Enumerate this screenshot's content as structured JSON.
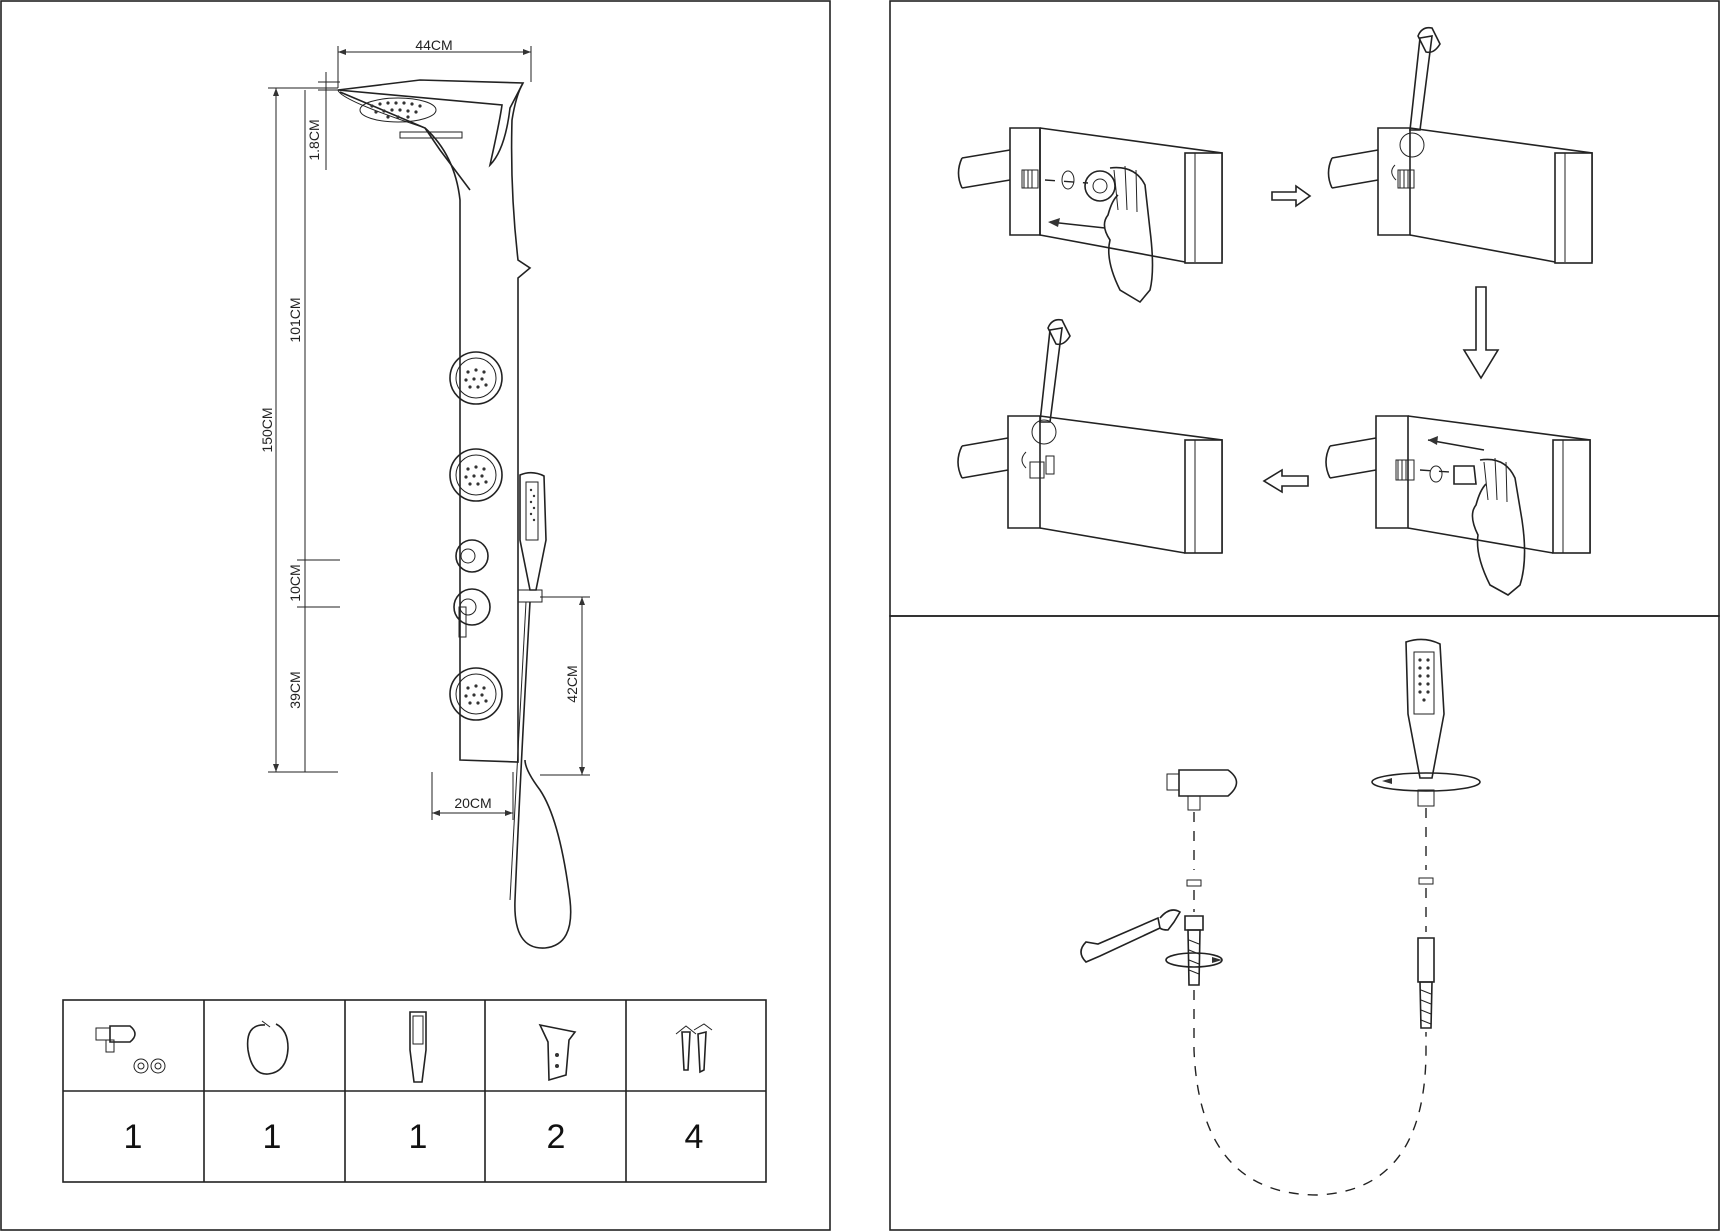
{
  "dimensions": {
    "width": "44CM",
    "height_total": "150CM",
    "top_offset": "1.8CM",
    "upper_section": "101CM",
    "control_gap": "10CM",
    "lower_section": "39CM",
    "hand_holder_height": "42CM",
    "panel_width": "20CM"
  },
  "parts_table": {
    "parts": [
      {
        "icon": "elbow-connector-with-washers-icon",
        "quantity": "1"
      },
      {
        "icon": "shower-hose-icon",
        "quantity": "1"
      },
      {
        "icon": "hand-shower-icon",
        "quantity": "1"
      },
      {
        "icon": "wall-bracket-icon",
        "quantity": "2"
      },
      {
        "icon": "screws-and-anchors-icon",
        "quantity": "4"
      }
    ]
  },
  "icons": {
    "arrow_right": "arrow-right-icon",
    "arrow_down": "arrow-down-icon",
    "arrow_left": "arrow-left-icon",
    "wrench": "wrench-icon",
    "hand": "hand-icon"
  },
  "colors": {
    "line": "#222222",
    "background": "#ffffff"
  }
}
